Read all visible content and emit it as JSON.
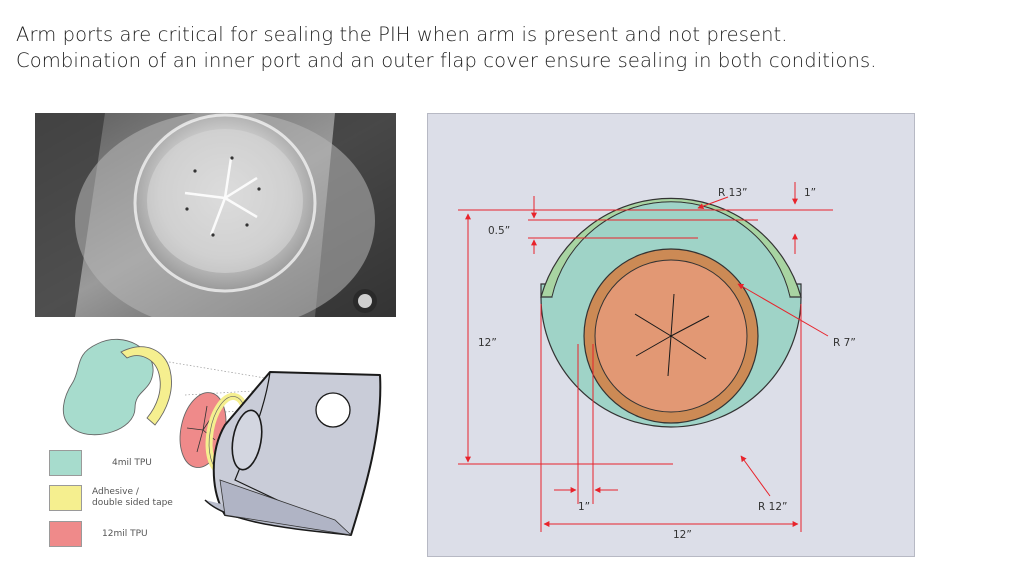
{
  "slide": {
    "title_lines": [
      "Arm ports are critical for sealing the PIH when arm is present and not present.",
      "Combination of an inner port and an outer flap cover ensure sealing in both conditions."
    ]
  },
  "legend": [
    {
      "label": "4mil TPU",
      "color": "#a7dccd"
    },
    {
      "label": "Adhesive /\ndouble sided tape",
      "color": "#f5ef8f"
    },
    {
      "label": "12mil TPU",
      "color": "#ef8a8a"
    }
  ],
  "schematic": {
    "dimensions": {
      "r13": "R 13”",
      "one_top": "1”",
      "half": "0.5”",
      "twelve_left": "12”",
      "r7": "R 7”",
      "one_bottom": "1”",
      "r12": "R 12”",
      "twelve_bottom": "12”"
    },
    "colors": {
      "outer_disc": "#9fd3c7",
      "flap": "#a8d4a2",
      "ring": "#cc8a55",
      "inner_disc": "#e29874",
      "dimension_line": "#e8232b"
    }
  }
}
